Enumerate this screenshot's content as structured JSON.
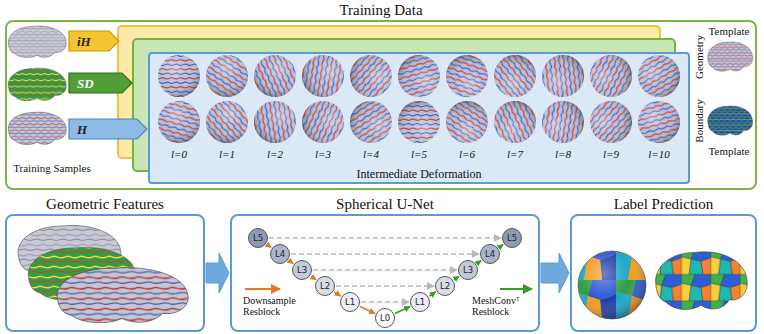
{
  "diagram": {
    "nodes": [
      {
        "text": [
          "Training Data"
        ]
      },
      {
        "text": [
          "iH"
        ],
        "in": 0
      },
      {
        "text": [
          "SD"
        ],
        "in": 0
      },
      {
        "text": [
          "H"
        ],
        "in": 0
      },
      {
        "text": [
          "Intermediate Deformation"
        ],
        "in": 0
      },
      {
        "text": [
          "Geometric Features"
        ]
      },
      {
        "text": [
          "Spherical U-Net"
        ]
      },
      {
        "text": [
          "Label Prediction"
        ]
      },
      {
        "text": [
          "L5"
        ],
        "in": 6
      },
      {
        "text": [
          "L4"
        ],
        "in": 6
      },
      {
        "text": [
          "L3"
        ],
        "in": 6
      },
      {
        "text": [
          "L2"
        ],
        "in": 6
      },
      {
        "text": [
          "L1"
        ],
        "in": 6
      },
      {
        "text": [
          "L0"
        ],
        "in": 6
      },
      {
        "text": [
          "L1"
        ],
        "in": 6
      },
      {
        "text": [
          "L2"
        ],
        "in": 6
      },
      {
        "text": [
          "L3"
        ],
        "in": 6
      },
      {
        "text": [
          "L4"
        ],
        "in": 6
      },
      {
        "text": [
          "L5"
        ],
        "in": 6
      }
    ],
    "edges": [
      {
        "from": 8,
        "to": 9,
        "arrow": "to"
      },
      {
        "from": 9,
        "to": 10,
        "arrow": "to"
      },
      {
        "from": 10,
        "to": 11,
        "arrow": "to"
      },
      {
        "from": 11,
        "to": 12,
        "arrow": "to"
      },
      {
        "from": 12,
        "to": 13,
        "arrow": "to"
      },
      {
        "from": 13,
        "to": 14,
        "arrow": "to"
      },
      {
        "from": 14,
        "to": 15,
        "arrow": "to"
      },
      {
        "from": 15,
        "to": 16,
        "arrow": "to"
      },
      {
        "from": 16,
        "to": 17,
        "arrow": "to"
      },
      {
        "from": 17,
        "to": 18,
        "arrow": "to"
      },
      {
        "from": 8,
        "to": 18,
        "arrow": "to"
      },
      {
        "from": 9,
        "to": 17,
        "arrow": "to"
      },
      {
        "from": 10,
        "to": 16,
        "arrow": "to"
      },
      {
        "from": 11,
        "to": 15,
        "arrow": "to"
      },
      {
        "from": 12,
        "to": 14,
        "arrow": "to"
      },
      {
        "from": 5,
        "to": 6,
        "arrow": "to"
      },
      {
        "from": 6,
        "to": 7,
        "arrow": "to"
      }
    ],
    "labels": [
      "Training Samples",
      "l=0",
      "l=1",
      "l=2",
      "l=3",
      "l=4",
      "l=5",
      "l=6",
      "l=7",
      "l=8",
      "l=9",
      "l=10",
      "Template",
      "Geometry",
      "Boundary",
      "Template"
    ],
    "legend": [
      {
        "text": "Downsample Resblock"
      },
      {
        "text": "MeshConvᵀ Resblock"
      }
    ]
  }
}
